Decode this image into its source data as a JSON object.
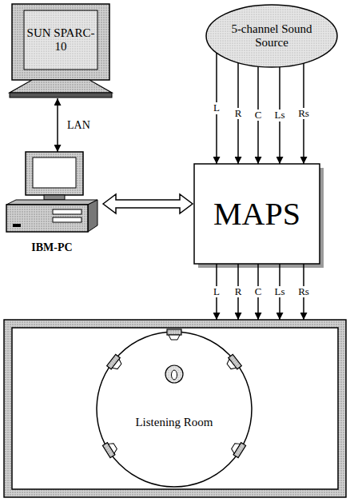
{
  "diagram": {
    "nodes": [
      {
        "text": [
          "SUN SPARC-10"
        ]
      },
      {
        "text": [
          "IBM-PC"
        ]
      },
      {
        "text": [
          "5-channel Sound Source"
        ]
      },
      {
        "text": [
          "MAPS"
        ]
      },
      {
        "text": [
          "Listening Room"
        ]
      }
    ],
    "edges": [
      {
        "from": 0,
        "to": 1,
        "arrow": "both",
        "label": "LAN"
      },
      {
        "from": 1,
        "to": 3,
        "arrow": "both"
      },
      {
        "from": 2,
        "to": 3,
        "arrow": "to",
        "label": "L"
      },
      {
        "from": 2,
        "to": 3,
        "arrow": "to",
        "label": "R"
      },
      {
        "from": 2,
        "to": 3,
        "arrow": "to",
        "label": "C"
      },
      {
        "from": 2,
        "to": 3,
        "arrow": "to",
        "label": "Ls"
      },
      {
        "from": 2,
        "to": 3,
        "arrow": "to",
        "label": "Rs"
      },
      {
        "from": 3,
        "to": 4,
        "arrow": "to",
        "label": "L"
      },
      {
        "from": 3,
        "to": 4,
        "arrow": "to",
        "label": "R"
      },
      {
        "from": 3,
        "to": 4,
        "arrow": "to",
        "label": "C"
      },
      {
        "from": 3,
        "to": 4,
        "arrow": "to",
        "label": "Ls"
      },
      {
        "from": 3,
        "to": 4,
        "arrow": "to",
        "label": "Rs"
      }
    ]
  }
}
